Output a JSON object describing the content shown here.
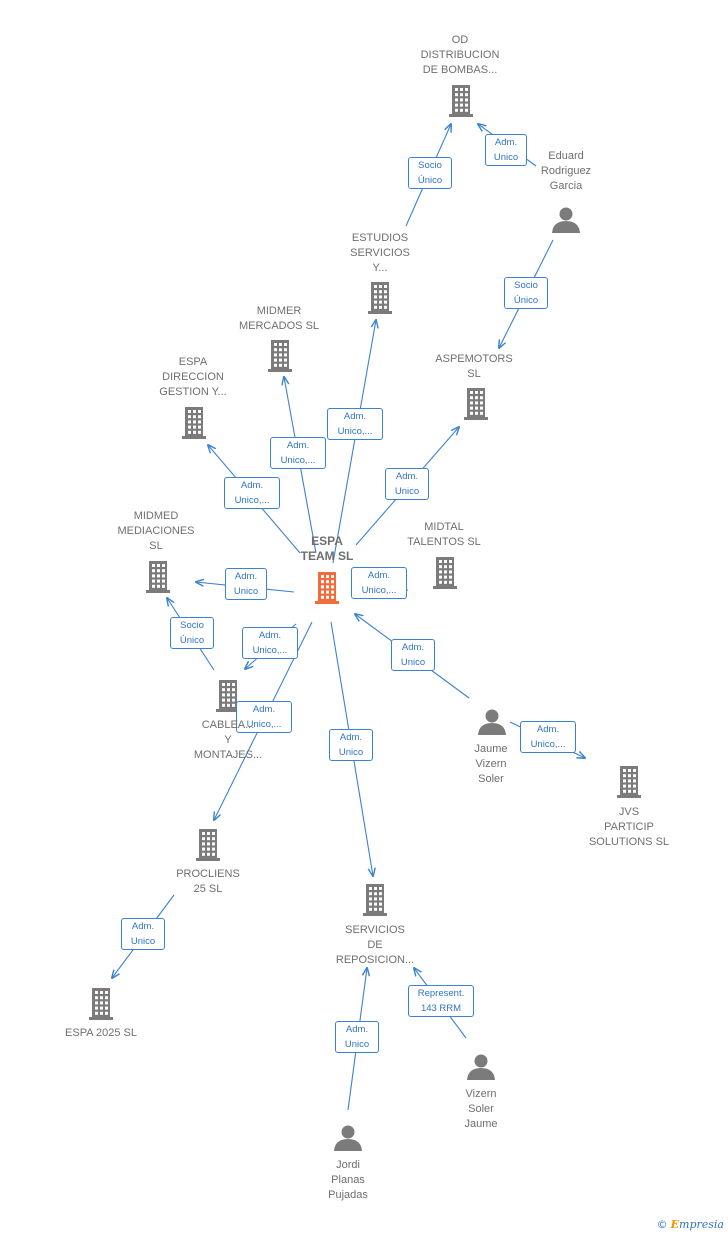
{
  "colors": {
    "edge": "#3b82d0",
    "building": "#7b7b7b",
    "building_main": "#f26b3a",
    "person": "#7b7b7b"
  },
  "nodes": [
    {
      "id": "espa_team",
      "type": "company",
      "main": true,
      "label": "ESPA\nTEAM  SL"
    },
    {
      "id": "od_distribucion",
      "type": "company",
      "label": "OD\nDISTRIBUCION\nDE BOMBAS..."
    },
    {
      "id": "eduard",
      "type": "person",
      "label": "Eduard\nRodriguez\nGarcia"
    },
    {
      "id": "estudios",
      "type": "company",
      "label": "ESTUDIOS\nSERVICIOS\nY..."
    },
    {
      "id": "midmer",
      "type": "company",
      "label": "MIDMER\nMERCADOS  SL"
    },
    {
      "id": "aspemotors",
      "type": "company",
      "label": "ASPEMOTORS\nSL"
    },
    {
      "id": "espa_direccion",
      "type": "company",
      "label": "ESPA\nDIRECCION\nGESTION Y..."
    },
    {
      "id": "midmed",
      "type": "company",
      "label": "MIDMED\nMEDIACIONES\nSL"
    },
    {
      "id": "midtal",
      "type": "company",
      "label": "MIDTAL\nTALENTOS  SL"
    },
    {
      "id": "cableados",
      "type": "company",
      "label": "CABLEA...\nY\nMONTAJES..."
    },
    {
      "id": "jaume",
      "type": "person",
      "label": "Jaume\nVizern\nSoler"
    },
    {
      "id": "jvs",
      "type": "company",
      "label": "JVS\nPARTICIP\nSOLUTIONS  SL"
    },
    {
      "id": "procliens",
      "type": "company",
      "label": "PROCLIENS\n25  SL"
    },
    {
      "id": "servicios",
      "type": "company",
      "label": "SERVICIOS\nDE\nREPOSICION..."
    },
    {
      "id": "espa2025",
      "type": "company",
      "label": "ESPA 2025 SL"
    },
    {
      "id": "vizern",
      "type": "person",
      "label": "Vizern\nSoler\nJaume"
    },
    {
      "id": "jordi",
      "type": "person",
      "label": "Jordi\nPlanas\nPujadas"
    }
  ],
  "edges": [
    {
      "from": "estudios",
      "to": "od_distribucion",
      "label": "Socio\nÚnico"
    },
    {
      "from": "eduard",
      "to": "od_distribucion",
      "label": "Adm.\nUnico"
    },
    {
      "from": "eduard",
      "to": "aspemotors",
      "label": "Socio\nÚnico"
    },
    {
      "from": "espa_team",
      "to": "estudios",
      "label": "Adm.\nUnico,..."
    },
    {
      "from": "espa_team",
      "to": "midmer",
      "label": "Adm.\nUnico,..."
    },
    {
      "from": "espa_team",
      "to": "espa_direccion",
      "label": "Adm.\nUnico,..."
    },
    {
      "from": "espa_team",
      "to": "aspemotors",
      "label": "Adm.\nUnico"
    },
    {
      "from": "espa_team",
      "to": "midmed",
      "label": "Adm.\nUnico"
    },
    {
      "from": "midtal",
      "to": "espa_team",
      "label": "Adm.\nUnico,..."
    },
    {
      "from": "cableados",
      "to": "midmed",
      "label": "Socio\nÚnico"
    },
    {
      "from": "espa_team",
      "to": "cableados",
      "label": "Adm.\nUnico,..."
    },
    {
      "from": "espa_team",
      "to": "procliens",
      "label": "Adm.\nUnico,..."
    },
    {
      "from": "jaume",
      "to": "espa_team",
      "label": "Adm.\nUnico"
    },
    {
      "from": "jaume",
      "to": "jvs",
      "label": "Adm.\nUnico,..."
    },
    {
      "from": "espa_team",
      "to": "servicios",
      "label": "Adm.\nUnico"
    },
    {
      "from": "procliens",
      "to": "espa2025",
      "label": "Adm.\nUnico"
    },
    {
      "from": "vizern",
      "to": "servicios",
      "label": "Represent.\n143 RRM"
    },
    {
      "from": "jordi",
      "to": "servicios",
      "label": "Adm.\nUnico"
    }
  ],
  "brand": {
    "symbol": "©",
    "initial": "E",
    "rest": "mpresia"
  }
}
